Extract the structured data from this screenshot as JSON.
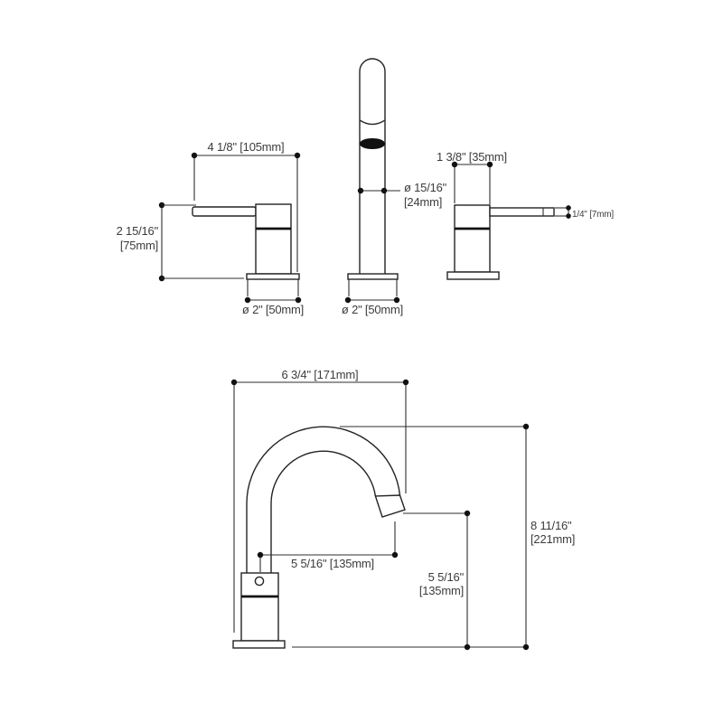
{
  "drawing": {
    "type": "faucet-dimension-diagram",
    "line_color": "#232323",
    "text_color": "#3c3c3c",
    "background": "#ffffff"
  },
  "views": {
    "handle_left": {
      "width_dim": "4 1/8\" [105mm]",
      "height_dim_in": "2 15/16\"",
      "height_dim_mm": "[75mm]",
      "base_dim": "ø 2\" [50mm]"
    },
    "spout_front": {
      "diameter_dim_in": "ø 15/16\"",
      "diameter_dim_mm": "[24mm]",
      "base_dim": "ø 2\" [50mm]"
    },
    "handle_right": {
      "width_dim": "1 3/8\" [35mm]",
      "lever_dim": "1/4\" [7mm]"
    },
    "spout_side": {
      "reach_dim": "6 3/4\" [171mm]",
      "outlet_reach_dim": "5 5/16\" [135mm]",
      "outlet_height_in": "5 5/16\"",
      "outlet_height_mm": "[135mm]",
      "overall_height_in": "8 11/16\"",
      "overall_height_mm": "[221mm]"
    }
  }
}
